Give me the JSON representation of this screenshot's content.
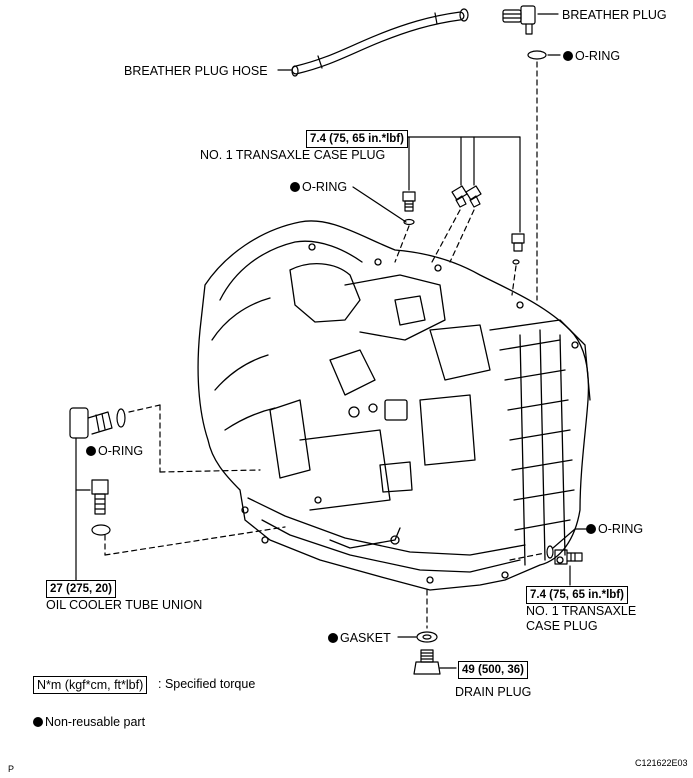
{
  "labels": {
    "breather_plug": "BREATHER PLUG",
    "o_ring": "O-RING",
    "breather_plug_hose": "BREATHER PLUG HOSE",
    "torque_top": "7.4 (75, 65 in.*lbf)",
    "case_plug_top": "NO. 1 TRANSAXLE CASE PLUG",
    "o_ring_left_top": "O-RING",
    "o_ring_cooler": "O-RING",
    "torque_cooler": "27 (275, 20)",
    "oil_cooler_tube_union": "OIL COOLER TUBE UNION",
    "o_ring_right": "O-RING",
    "torque_right": "7.4 (75, 65 in.*lbf)",
    "case_plug_right_1": "NO. 1 TRANSAXLE",
    "case_plug_right_2": "CASE PLUG",
    "gasket": "GASKET",
    "torque_drain": "49 (500, 36)",
    "drain_plug": "DRAIN PLUG"
  },
  "legend": {
    "torque_unit_box": "N*m (kgf*cm, ft*lbf)",
    "torque_unit_desc": ": Specified torque",
    "non_reusable": "Non-reusable part"
  },
  "footer": {
    "page_marker": "P",
    "figure_id": "C121622E03"
  }
}
